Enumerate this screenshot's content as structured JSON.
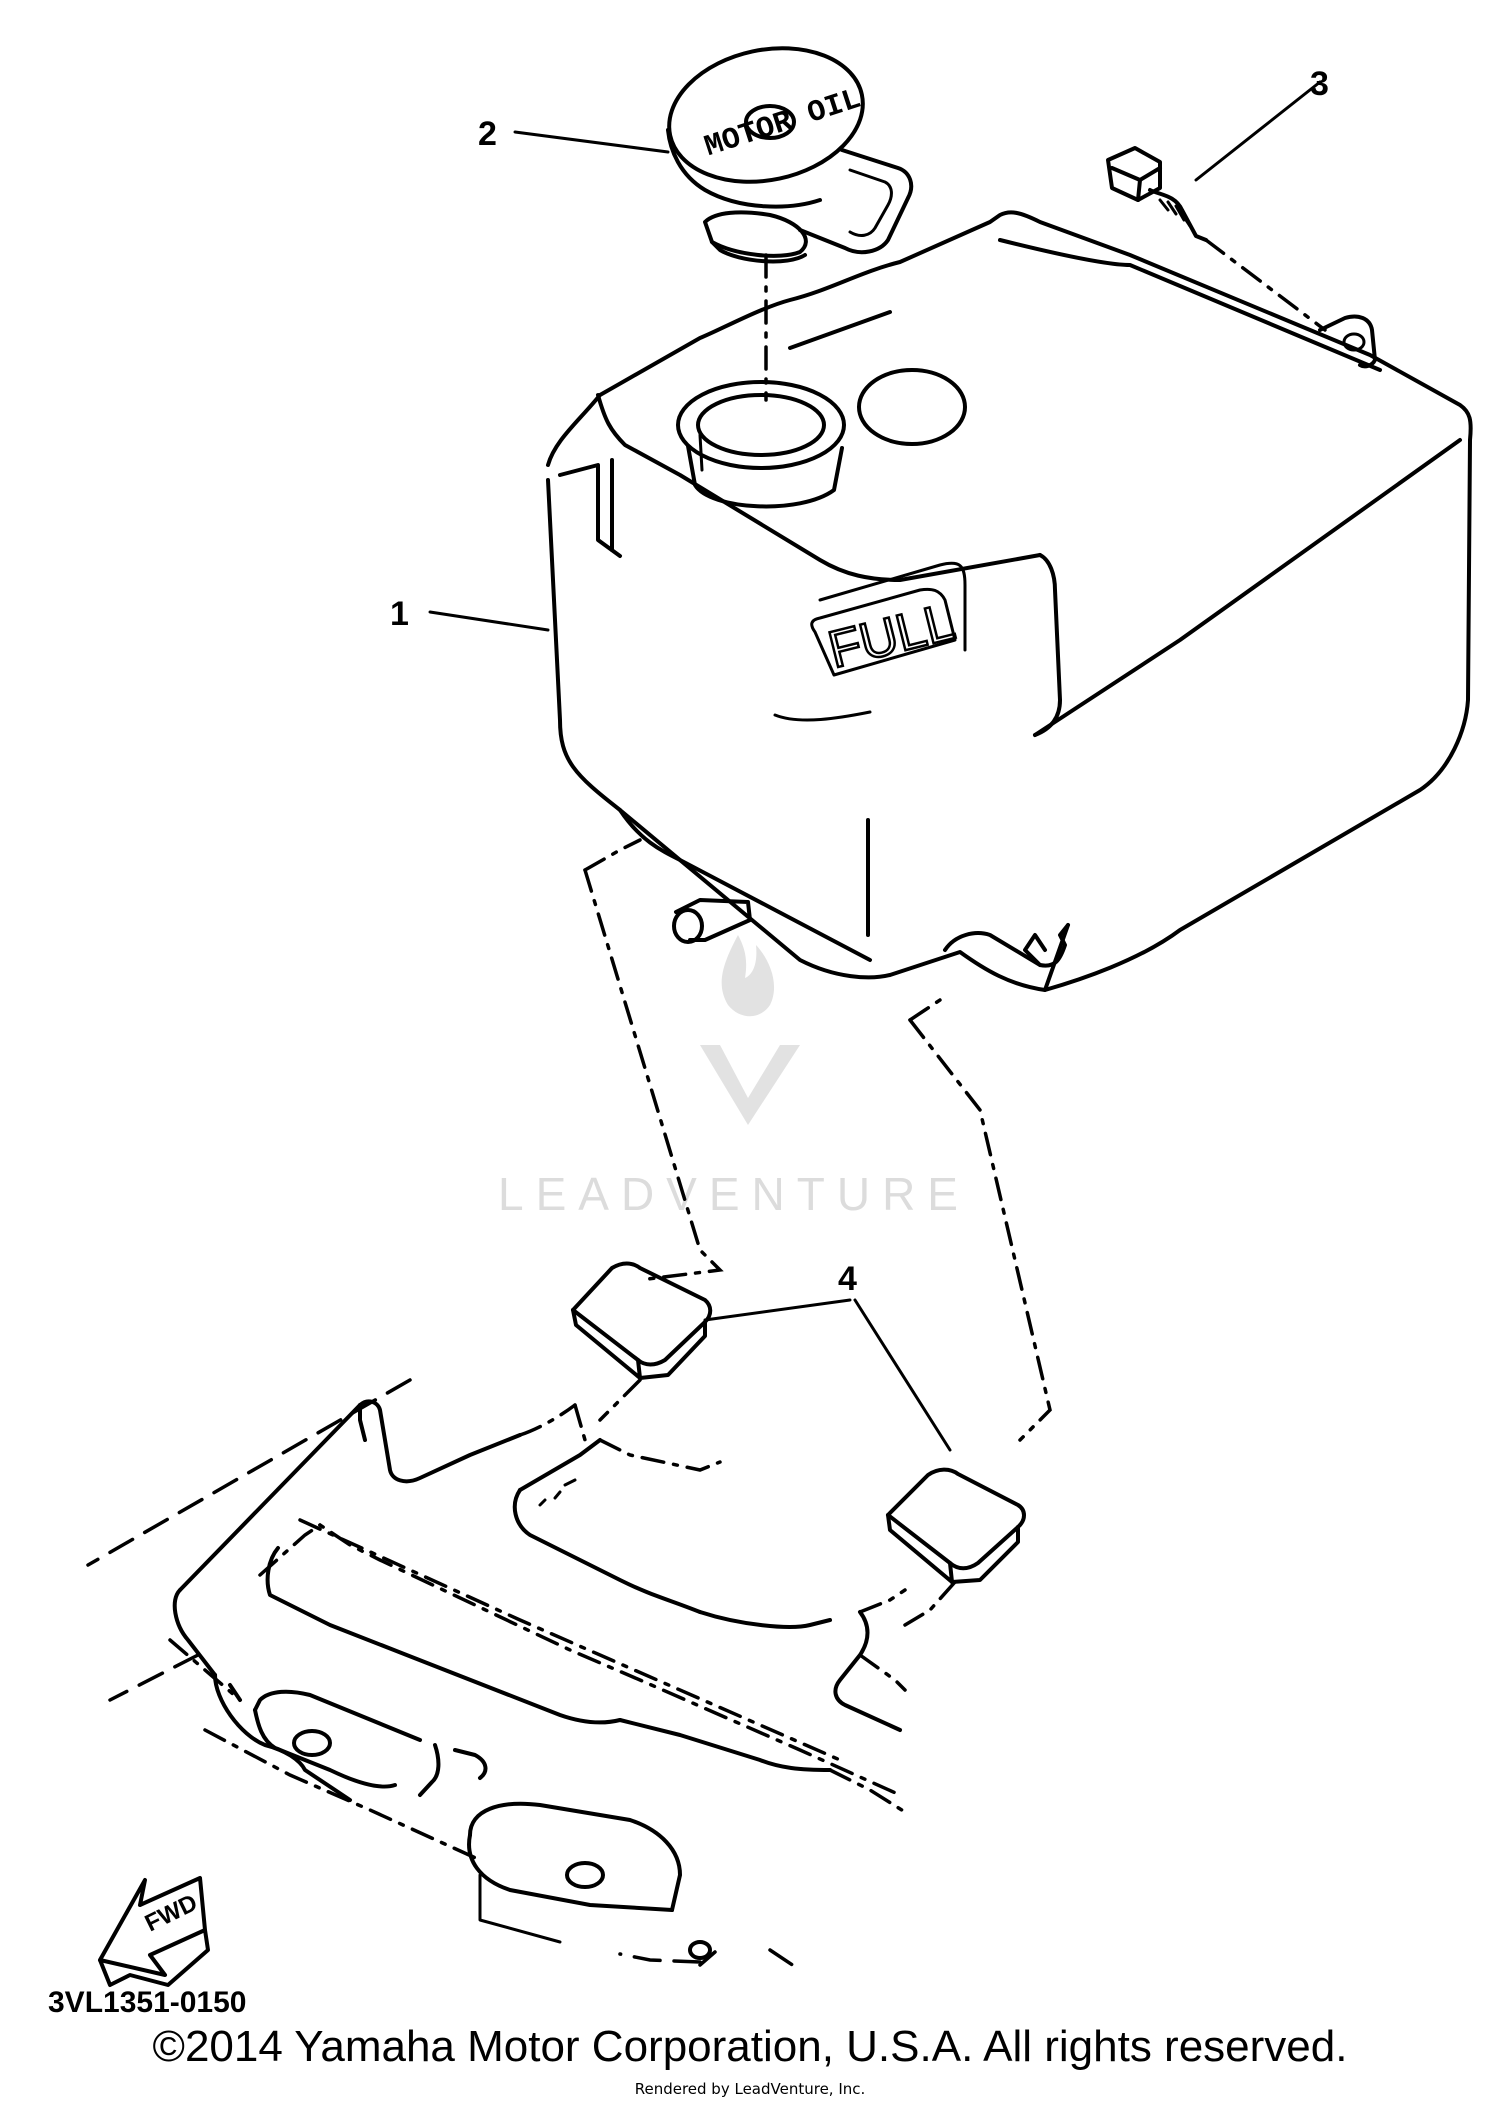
{
  "callouts": [
    "1",
    "2",
    "3",
    "4"
  ],
  "cap_text": "MOTOR OIL",
  "tank_marking": "FULL",
  "front_arrow": "FWD",
  "drawing_number": "3VL1351-0150",
  "watermark": "LEADVENTURE",
  "copyright": "©2014 Yamaha Motor Corporation, U.S.A. All rights reserved.",
  "rendered_by": "Rendered by LeadVenture, Inc."
}
